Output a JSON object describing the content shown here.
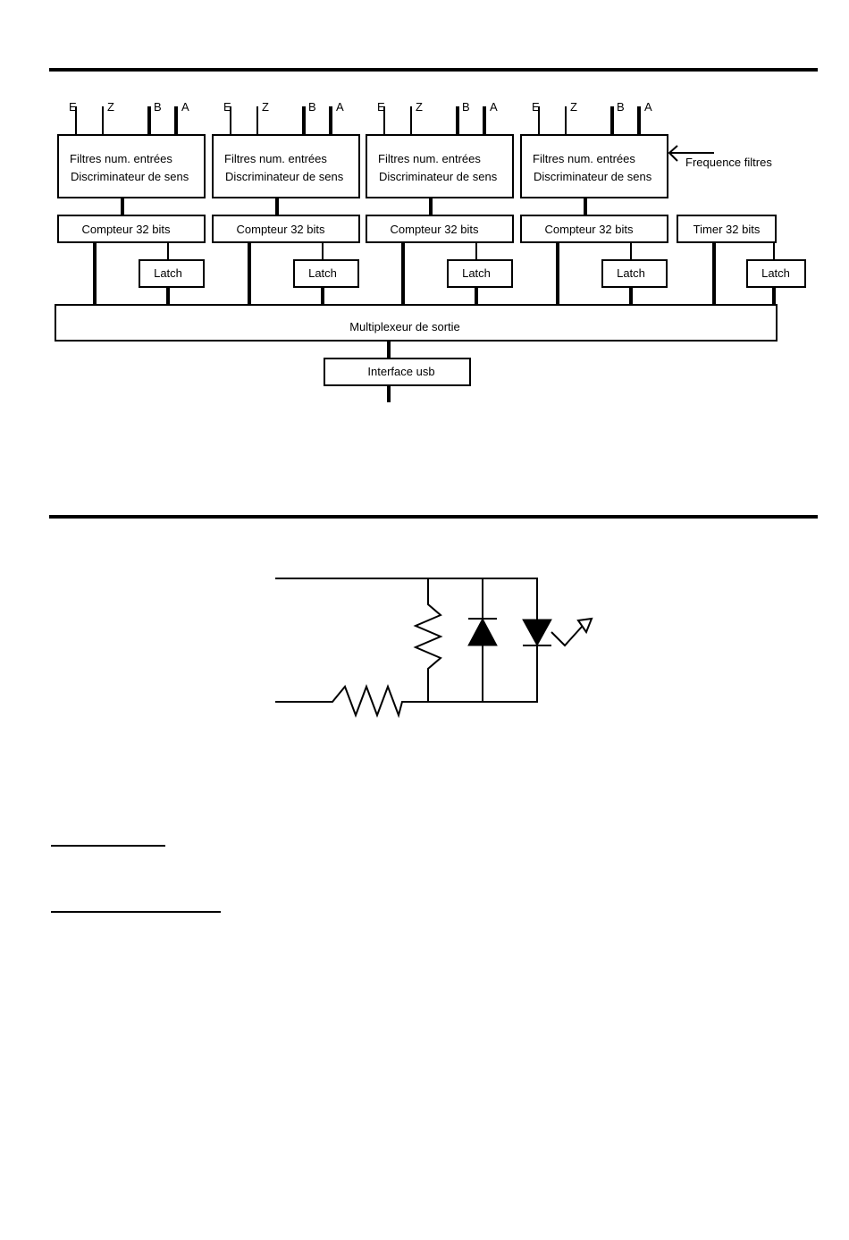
{
  "block_diagram": {
    "channels": [
      {
        "inputs": [
          "E",
          "Z",
          "B",
          "A"
        ],
        "filter_line1": "Filtres num. entrées",
        "filter_line2": "Discriminateur de sens",
        "counter": "Compteur 32 bits",
        "latch": "Latch"
      },
      {
        "inputs": [
          "E",
          "Z",
          "B",
          "A"
        ],
        "filter_line1": "Filtres num. entrées",
        "filter_line2": "Discriminateur de sens",
        "counter": "Compteur 32 bits",
        "latch": "Latch"
      },
      {
        "inputs": [
          "E",
          "Z",
          "B",
          "A"
        ],
        "filter_line1": "Filtres num. entrées",
        "filter_line2": "Discriminateur de sens",
        "counter": "Compteur 32 bits",
        "latch": "Latch"
      },
      {
        "inputs": [
          "E",
          "Z",
          "B",
          "A"
        ],
        "filter_line1": "Filtres num. entrées",
        "filter_line2": "Discriminateur de sens",
        "counter": "Compteur 32 bits",
        "latch": "Latch"
      }
    ],
    "timer": {
      "label": "Timer 32 bits",
      "latch": "Latch"
    },
    "filter_frequency_label": "Frequence filtres",
    "multiplexer_label": "Multiplexeur de sortie",
    "usb_interface_label": "Interface usb"
  },
  "circuit": {
    "components": [
      "resistor",
      "resistor",
      "diode",
      "led"
    ]
  }
}
